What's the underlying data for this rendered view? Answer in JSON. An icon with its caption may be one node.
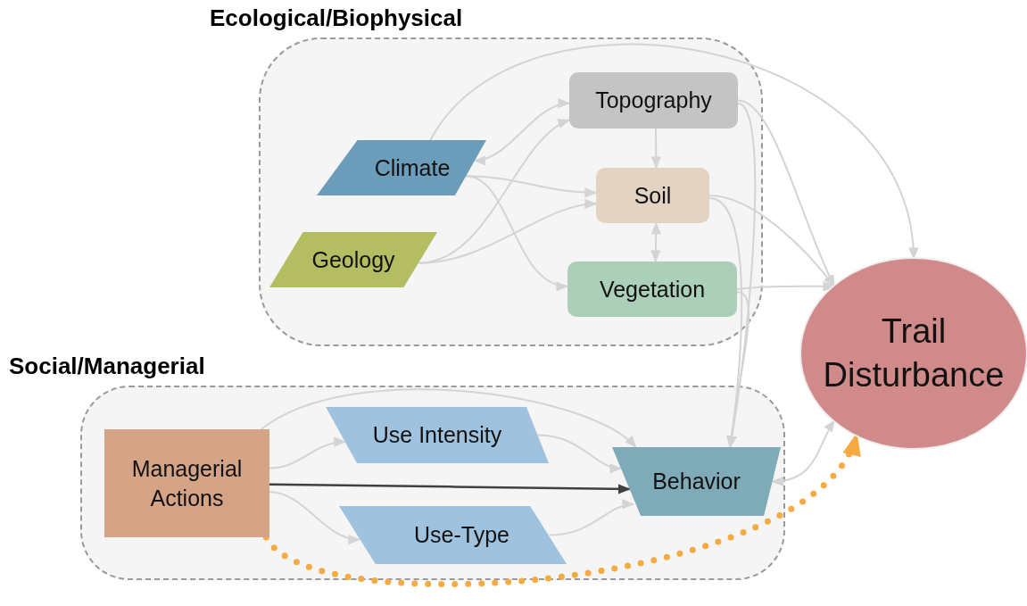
{
  "diagram": {
    "nodes": [
      {
        "text": [
          "Ecological/Biophysical"
        ]
      },
      {
        "text": [
          "Climate"
        ],
        "in": 0
      },
      {
        "text": [
          "Geology"
        ],
        "in": 0
      },
      {
        "text": [
          "Topography"
        ],
        "in": 0
      },
      {
        "text": [
          "Soil"
        ],
        "in": 0
      },
      {
        "text": [
          "Vegetation"
        ],
        "in": 0
      },
      {
        "text": [
          "Social/Managerial"
        ]
      },
      {
        "text": [
          "Managerial Actions"
        ],
        "in": 6
      },
      {
        "text": [
          "Use Intensity"
        ],
        "in": 6
      },
      {
        "text": [
          "Use-Type"
        ],
        "in": 6
      },
      {
        "text": [
          "Behavior"
        ],
        "in": 6
      },
      {
        "text": [
          "Trail Disturbance"
        ]
      }
    ],
    "edges": [
      {
        "from": 1,
        "to": 11,
        "arrow": "to"
      },
      {
        "from": 1,
        "to": 3,
        "arrow": "both"
      },
      {
        "from": 1,
        "to": 4,
        "arrow": "to"
      },
      {
        "from": 1,
        "to": 5,
        "arrow": "to"
      },
      {
        "from": 2,
        "to": 3,
        "arrow": "to"
      },
      {
        "from": 2,
        "to": 4,
        "arrow": "to"
      },
      {
        "from": 3,
        "to": 4,
        "arrow": "to"
      },
      {
        "from": 4,
        "to": 5,
        "arrow": "both"
      },
      {
        "from": 3,
        "to": 11,
        "arrow": "to"
      },
      {
        "from": 3,
        "to": 10,
        "arrow": "to"
      },
      {
        "from": 4,
        "to": 11,
        "arrow": "to"
      },
      {
        "from": 4,
        "to": 10,
        "arrow": "to"
      },
      {
        "from": 5,
        "to": 11,
        "arrow": "to"
      },
      {
        "from": 5,
        "to": 10,
        "arrow": "to"
      },
      {
        "from": 7,
        "to": 10,
        "arrow": "to"
      },
      {
        "from": 7,
        "to": 8,
        "arrow": "to"
      },
      {
        "from": 7,
        "to": 10,
        "arrow": "to",
        "color": "#404040"
      },
      {
        "from": 7,
        "to": 9,
        "arrow": "to"
      },
      {
        "from": 8,
        "to": 10,
        "arrow": "to"
      },
      {
        "from": 9,
        "to": 10,
        "arrow": "to"
      },
      {
        "from": 10,
        "to": 11,
        "arrow": "both"
      },
      {
        "from": 7,
        "to": 11,
        "arrow": "to",
        "style": "dashed",
        "color": "#f5aa42"
      }
    ]
  }
}
